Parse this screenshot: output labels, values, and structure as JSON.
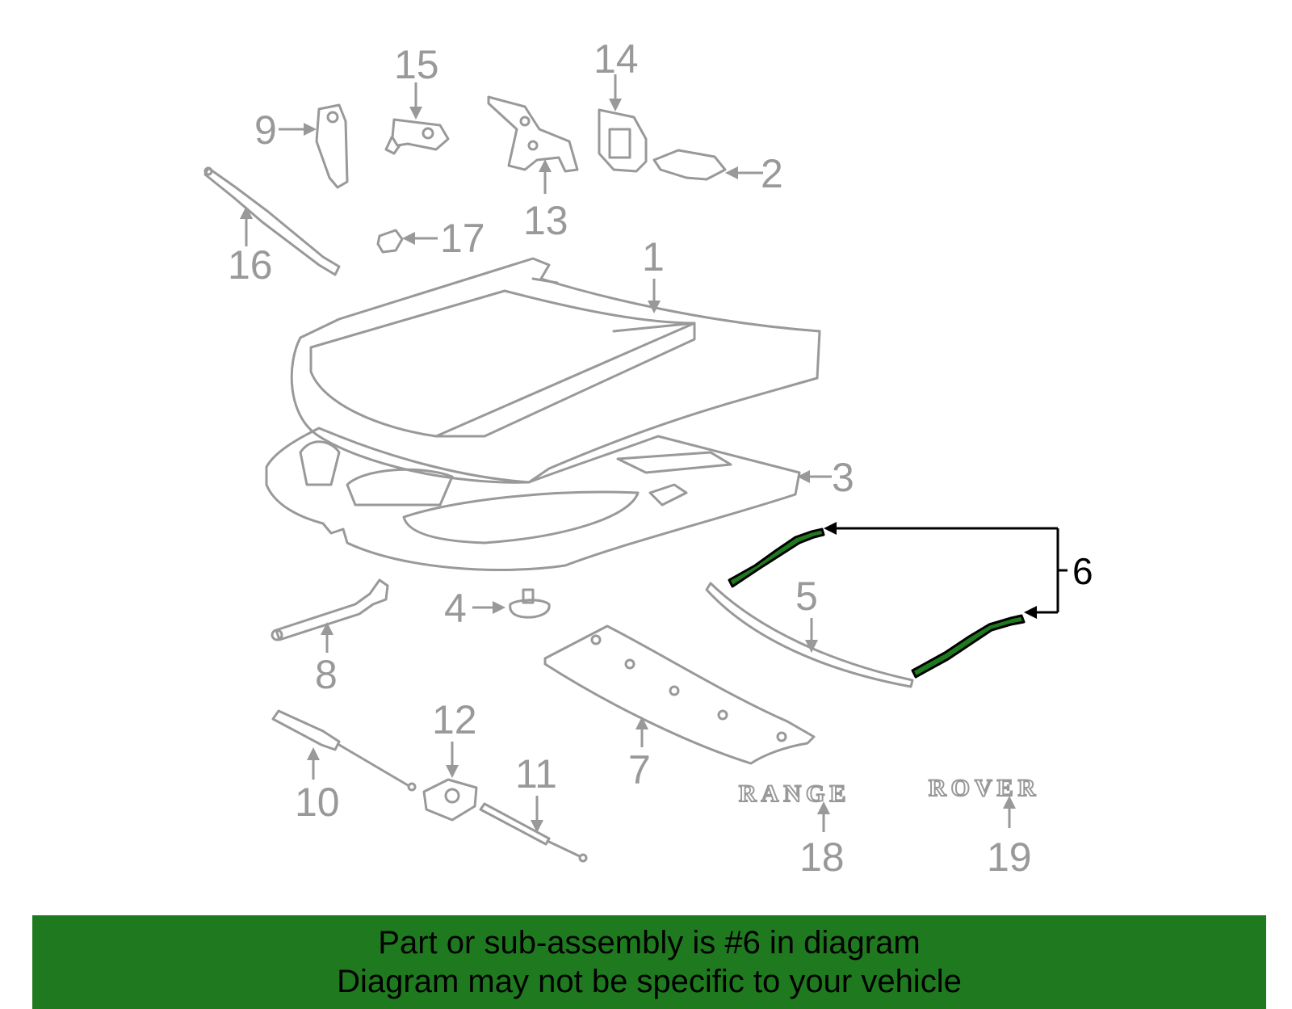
{
  "diagram": {
    "callouts": [
      "1",
      "2",
      "3",
      "4",
      "5",
      "6",
      "7",
      "8",
      "9",
      "10",
      "11",
      "12",
      "13",
      "14",
      "15",
      "16",
      "17",
      "18",
      "19"
    ],
    "highlighted_part": "6",
    "emblem_left": "RANGE",
    "emblem_right": "ROVER",
    "colors": {
      "part_outline": "#999999",
      "highlight": "#1f7a1f",
      "banner": "#1f7a1f"
    }
  },
  "caption": {
    "line1": "Part or sub-assembly is #6 in diagram",
    "line2": "Diagram may not be specific to your vehicle"
  }
}
